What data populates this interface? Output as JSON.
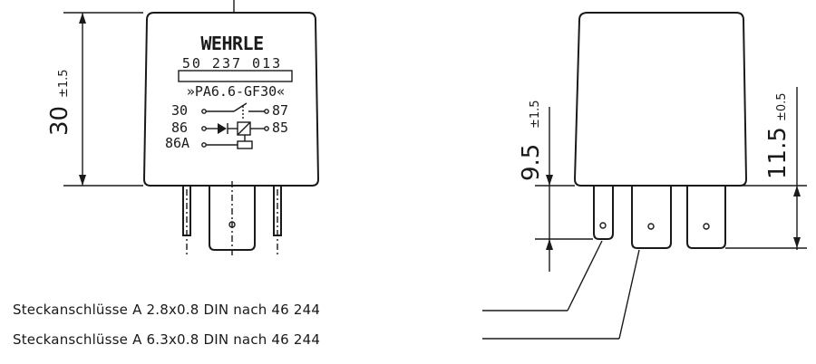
{
  "relay_front": {
    "brand": "WEHRLE",
    "part_number": "50 237 013",
    "rating": "»PA6.6-GF30«",
    "terminals": {
      "t30": "30",
      "t87": "87",
      "t86": "86",
      "t85": "85",
      "t86a": "86A"
    },
    "height_dim": {
      "value": "30",
      "tolerance": "±1.5"
    }
  },
  "relay_side": {
    "pin_dim": {
      "value": "9.5",
      "tolerance": "±1.5"
    },
    "body_dim": {
      "value": "11.5",
      "tolerance": "±0.5"
    }
  },
  "notes": [
    "Steckanschlüsse A 2.8x0.8 DIN nach 46 244",
    "Steckanschlüsse A 6.3x0.8 DIN nach 46 244"
  ]
}
